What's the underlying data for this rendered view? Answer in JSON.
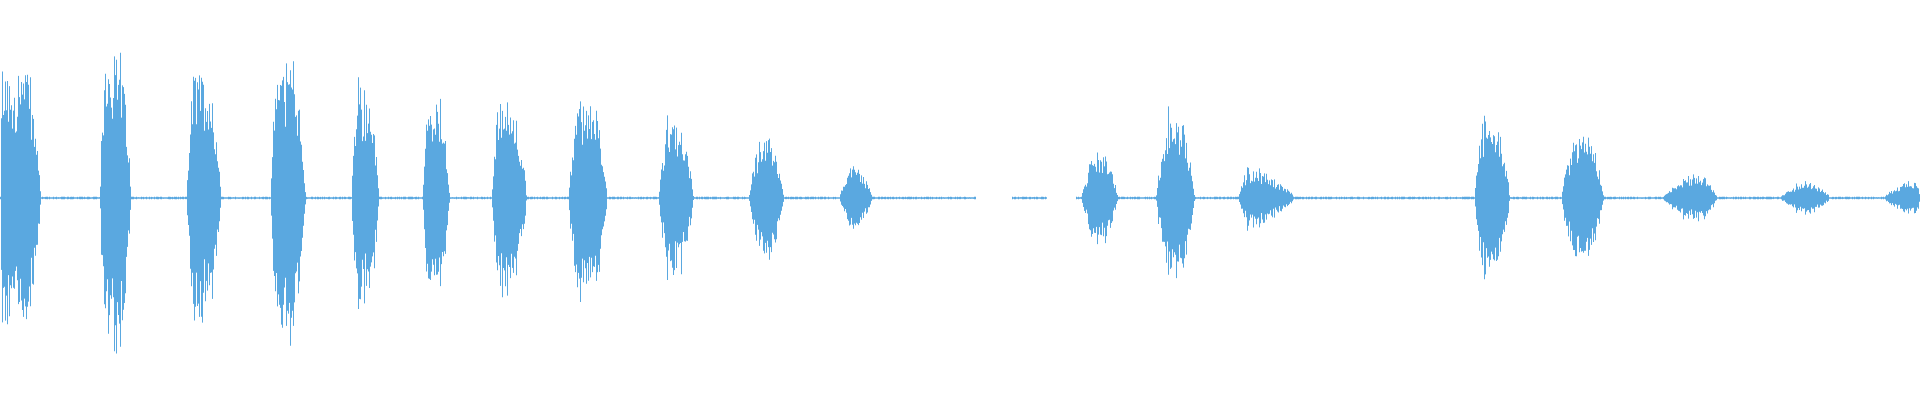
{
  "waveform": {
    "color": "#5aa8e0",
    "description_shape": "audio-amplitude-waveform",
    "bursts": [
      {
        "start": 0.0,
        "end": 0.021,
        "amp": 0.7,
        "attack": 0.05,
        "tail": 0.3
      },
      {
        "start": 0.052,
        "end": 0.068,
        "amp": 0.82,
        "attack": 0.15,
        "tail": 0.35
      },
      {
        "start": 0.097,
        "end": 0.115,
        "amp": 0.68,
        "attack": 0.2,
        "tail": 0.35
      },
      {
        "start": 0.141,
        "end": 0.159,
        "amp": 0.78,
        "attack": 0.15,
        "tail": 0.35
      },
      {
        "start": 0.183,
        "end": 0.197,
        "amp": 0.6,
        "attack": 0.2,
        "tail": 0.35
      },
      {
        "start": 0.22,
        "end": 0.234,
        "amp": 0.52,
        "attack": 0.2,
        "tail": 0.35
      },
      {
        "start": 0.256,
        "end": 0.274,
        "amp": 0.52,
        "attack": 0.2,
        "tail": 0.35
      },
      {
        "start": 0.296,
        "end": 0.316,
        "amp": 0.54,
        "attack": 0.25,
        "tail": 0.35
      },
      {
        "start": 0.343,
        "end": 0.361,
        "amp": 0.4,
        "attack": 0.25,
        "tail": 0.35
      },
      {
        "start": 0.39,
        "end": 0.408,
        "amp": 0.32,
        "attack": 0.35,
        "tail": 0.35
      },
      {
        "start": 0.437,
        "end": 0.454,
        "amp": 0.17,
        "attack": 0.4,
        "tail": 0.4
      },
      {
        "start": 0.563,
        "end": 0.582,
        "amp": 0.26,
        "attack": 0.4,
        "tail": 0.4
      },
      {
        "start": 0.602,
        "end": 0.622,
        "amp": 0.44,
        "attack": 0.3,
        "tail": 0.3
      },
      {
        "start": 0.645,
        "end": 0.674,
        "amp": 0.16,
        "attack": 0.15,
        "tail": 0.7
      },
      {
        "start": 0.768,
        "end": 0.786,
        "amp": 0.45,
        "attack": 0.25,
        "tail": 0.35
      },
      {
        "start": 0.813,
        "end": 0.835,
        "amp": 0.36,
        "attack": 0.35,
        "tail": 0.35
      },
      {
        "start": 0.866,
        "end": 0.894,
        "amp": 0.13,
        "attack": 0.55,
        "tail": 0.25
      },
      {
        "start": 0.927,
        "end": 0.953,
        "amp": 0.09,
        "attack": 0.5,
        "tail": 0.4
      },
      {
        "start": 0.981,
        "end": 1.0,
        "amp": 0.09,
        "attack": 0.7,
        "tail": 0.1
      }
    ],
    "silent_gaps": [
      {
        "start": 0.508,
        "end": 0.527
      },
      {
        "start": 0.545,
        "end": 0.56
      }
    ]
  }
}
